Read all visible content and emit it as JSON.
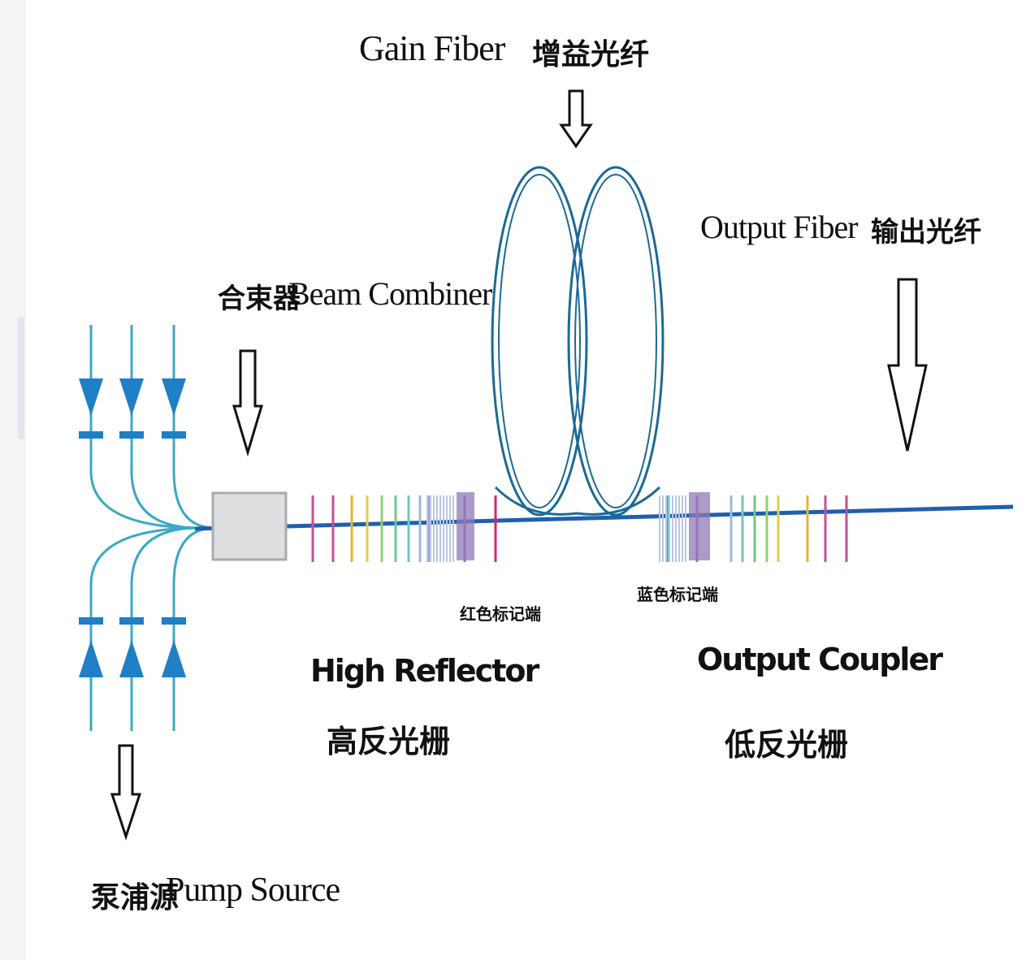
{
  "labels": {
    "gain_fiber_en": "Gain Fiber",
    "gain_fiber_zh": "增益光纤",
    "output_fiber_en": "Output Fiber",
    "output_fiber_zh": "输出光纤",
    "beam_combiner_zh": "合束器",
    "beam_combiner_en": "Beam Combiner",
    "red_marker_zh": "红色标记端",
    "blue_marker_zh": "蓝色标记端",
    "high_reflector_en": "High Reflector",
    "high_reflector_zh": "高反光栅",
    "output_coupler_en": "Output Coupler",
    "output_coupler_zh": "低反光栅",
    "pump_source_zh": "泵浦源",
    "pump_source_en": "Pump Source"
  },
  "colors": {
    "fiber": "#1f5fae",
    "pump_fiber": "#3aa9c4",
    "loop": "#1b6a95",
    "diode": "#1f7fc7",
    "combiner_fill": "#dcdedf",
    "grating_dense": "#8f79b6"
  },
  "grating_high_reflector_colors": [
    "#c84e9a",
    "#c84e9a",
    "#e0b43c",
    "#e0d050",
    "#8fd06e",
    "#6cc889",
    "#70c8b8",
    "#9fb7dd",
    "#a2a4d9",
    "#8f79b6",
    "#d02a6c"
  ],
  "grating_output_coupler_colors": [
    "#3fb9c8",
    "#8f79b6",
    "#9fb7dd",
    "#70c8b8",
    "#6cc889",
    "#8fd06e",
    "#e0d050",
    "#e0b43c",
    "#c84e9a",
    "#c84e9a"
  ]
}
